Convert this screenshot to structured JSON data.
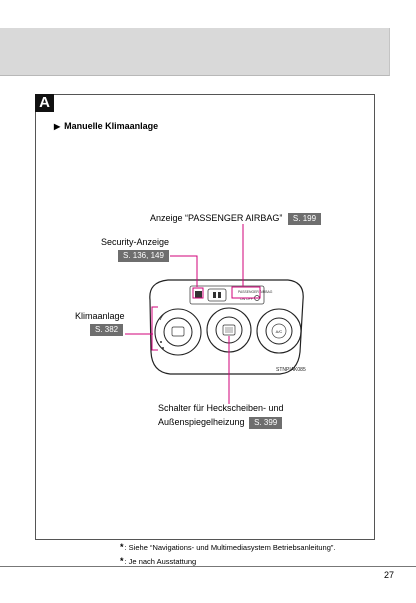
{
  "section": {
    "letter": "A",
    "title": "Manuelle Klimaanlage"
  },
  "callouts": {
    "airbag": {
      "label": "Anzeige “PASSENGER AIRBAG”",
      "page": "S. 199"
    },
    "security": {
      "label": "Security-Anzeige",
      "page": "S. 136, 149"
    },
    "climate": {
      "label": "Klimaanlage",
      "page": "S. 382"
    },
    "defogger": {
      "label_line1": "Schalter für Heckscheiben- und",
      "label_line2": "Außenspiegelheizung",
      "page": "S. 399"
    }
  },
  "illustration": {
    "code": "STNPIAK085",
    "panel_text_1": "PASSENGER AIRBAG",
    "panel_text_2": "ON  OFF",
    "ac_label": "A/C"
  },
  "footnotes": [
    {
      "mark": "*",
      "text": ": Siehe “Navigations- und Multimediasystem Betriebsanleitung”."
    },
    {
      "mark": "*",
      "text": ": Je nach Ausstattung"
    }
  ],
  "page_number": "27",
  "colors": {
    "callout_line": "#d1007a",
    "page_ref_bg": "#6e6e6e",
    "header_band": "#d9d9d9"
  }
}
